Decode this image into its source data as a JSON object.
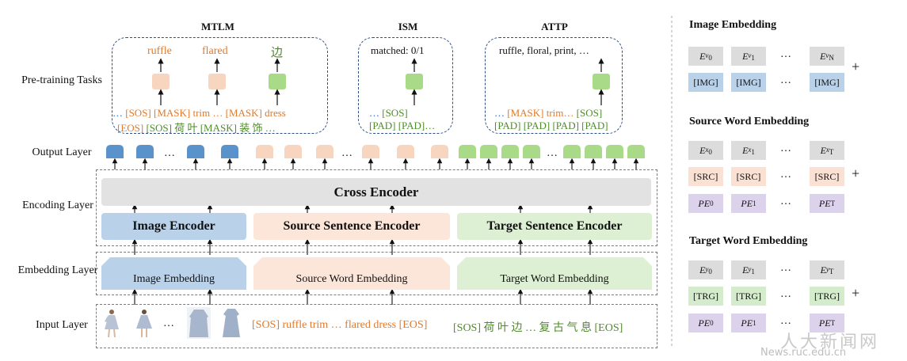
{
  "layers": {
    "pretraining": "Pre-training Tasks",
    "output": "Output Layer",
    "encoding": "Encoding Layer",
    "embedding": "Embedding Layer",
    "input": "Input Layer"
  },
  "tasks": {
    "mtlm": {
      "title": "MTLM",
      "outputs": [
        "ruffle",
        "flared",
        "边"
      ],
      "line1_prefix": "…",
      "line1": "[SOS] [MASK] trim … [MASK] dress",
      "line2_eos": "[EOS]",
      "line2": "[SOS] 荷 叶 [MASK] 装 饰 …"
    },
    "ism": {
      "title": "ISM",
      "output": "matched: 0/1",
      "line1_prefix": "…",
      "line1": "[SOS]",
      "line2": "[PAD] [PAD]…"
    },
    "attp": {
      "title": "ATTP",
      "output": "ruffle, floral, print, …",
      "line1_prefix": "…",
      "line1": "[MASK] trim…",
      "line1_sos": "[SOS]",
      "line2": "[PAD] [PAD] [PAD] [PAD]"
    }
  },
  "encoders": {
    "cross": "Cross Encoder",
    "image": "Image Encoder",
    "source": "Source Sentence Encoder",
    "target": "Target Sentence Encoder"
  },
  "embeddings": {
    "image": "Image Embedding",
    "source": "Source Word Embedding",
    "target": "Target Word Embedding"
  },
  "input": {
    "dots": "…",
    "source": "[SOS] ruffle trim … flared dress [EOS]",
    "target": "[SOS] 荷 叶 边 … 复 古 气 息 [EOS]"
  },
  "output_dots": "…",
  "right": {
    "image": {
      "title": "Image Embedding",
      "e_letter": "E",
      "e_subs": [
        "v",
        "v",
        "v"
      ],
      "e_subsubs": [
        "0",
        "1",
        "N"
      ],
      "token": "[IMG]",
      "dots": "…",
      "plus": "+"
    },
    "source": {
      "title": "Source Word Embedding",
      "e_letter": "E",
      "e_subs": [
        "x",
        "x",
        "x"
      ],
      "e_subsubs": [
        "0",
        "1",
        "T"
      ],
      "token": "[SRC]",
      "pe": "PE",
      "pe_subs": [
        "0",
        "1",
        "T"
      ],
      "dots": "…",
      "plus": "+"
    },
    "target": {
      "title": "Target Word Embedding",
      "e_letter": "E",
      "e_subs": [
        "y",
        "y",
        "y"
      ],
      "e_subsubs": [
        "0",
        "1",
        "T"
      ],
      "token": "[TRG]",
      "pe": "PE",
      "pe_subs": [
        "0",
        "1",
        "T"
      ],
      "dots": "…",
      "plus": "+"
    }
  },
  "watermark": {
    "text": "人大新闻网",
    "url": "News.ruc.edu.cn"
  },
  "colors": {
    "blue": "#5a93cc",
    "peach": "#f8d5bf",
    "green": "#a9da87",
    "dash": "#2f4f86"
  }
}
